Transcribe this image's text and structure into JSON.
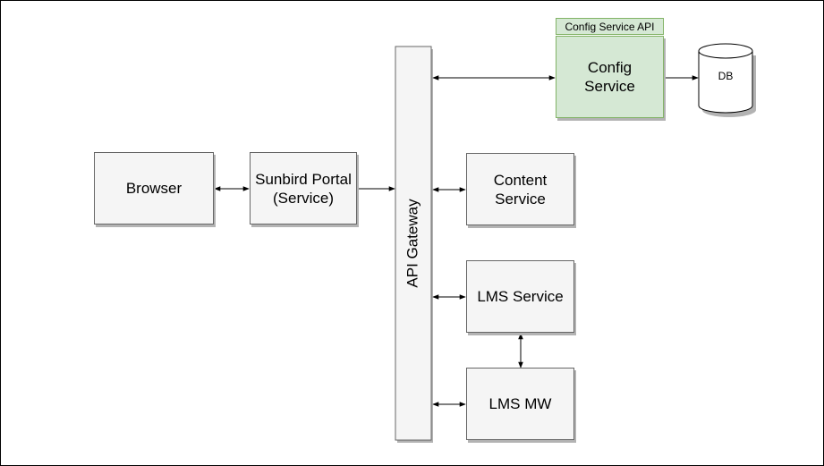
{
  "nodes": {
    "browser": "Browser",
    "portal": "Sunbird Portal\n(Service)",
    "gateway": "API Gateway",
    "config": "Config\nService",
    "config_label": "Config Service API",
    "db": "DB",
    "content": "Content\nService",
    "lms_service": "LMS Service",
    "lms_mw": "LMS MW"
  },
  "colors": {
    "default_fill": "#f5f5f5",
    "default_stroke": "#666666",
    "config_fill": "#d5e8d4",
    "config_stroke": "#82b366",
    "edge": "#000000"
  }
}
